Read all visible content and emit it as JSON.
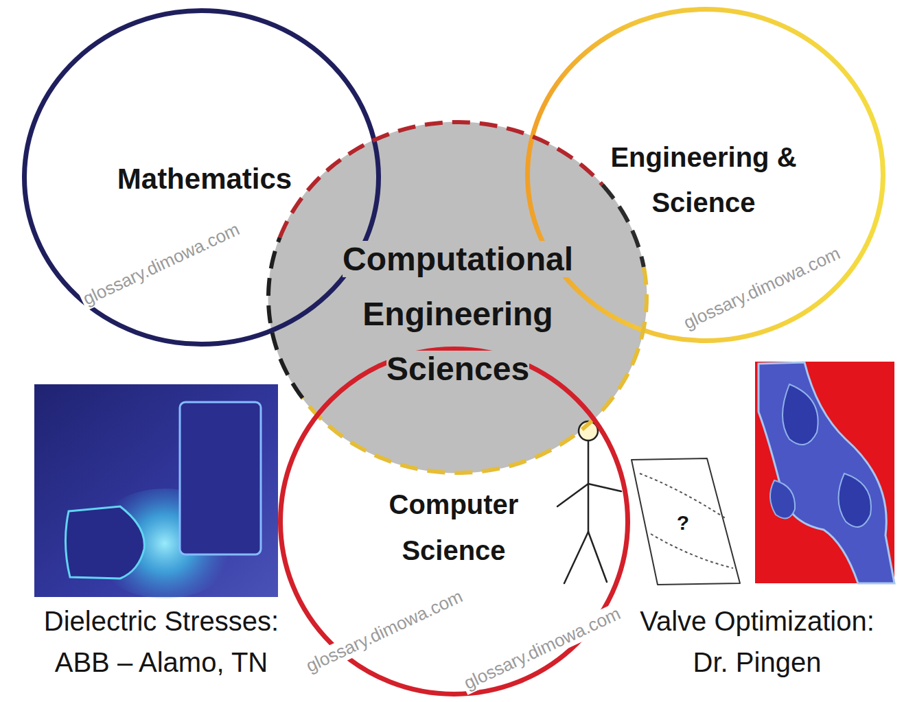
{
  "diagram": {
    "nodes": [
      {
        "text": [
          "Mathematics"
        ]
      },
      {
        "text": [
          "Engineering & Science"
        ]
      },
      {
        "text": [
          "Computational Engineering Sciences"
        ]
      },
      {
        "text": [
          "Computer Science"
        ]
      }
    ],
    "labels": [
      "glossary.dimowa.com",
      "glossary.dimowa.com",
      "?",
      "Dielectric Stresses: ABB – Alamo, TN",
      "Valve Optimization: Dr. Pingen",
      "glossary.dimowa.com",
      "glossary.dimowa.com"
    ]
  }
}
